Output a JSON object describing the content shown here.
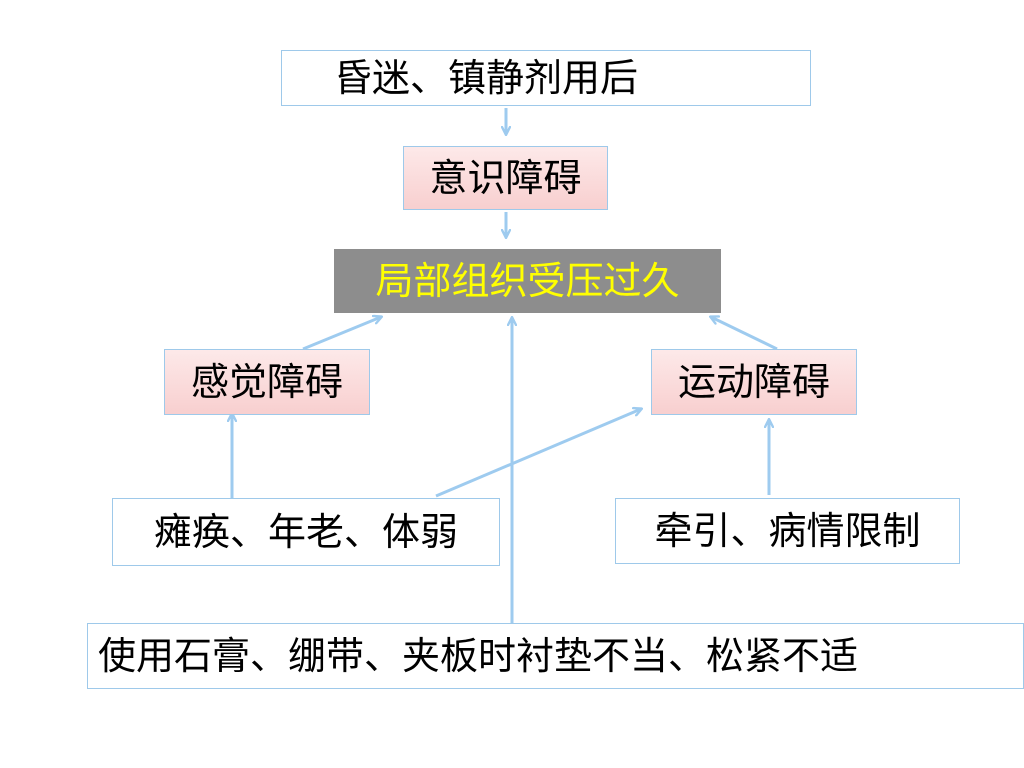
{
  "diagram": {
    "nodes": {
      "coma_sedative": "昏迷、镇静剂用后",
      "consciousness_disorder": "意识障碍",
      "prolonged_pressure": "局部组织受压过久",
      "sensory_disorder": "感觉障碍",
      "motor_disorder": "运动障碍",
      "paralysis_age_weak": "瘫痪、年老、体弱",
      "traction_restriction": "牵引、病情限制",
      "cast_splint": "使用石膏、绷带、夹板时衬垫不当、松紧不适"
    },
    "edges": [
      {
        "from": "coma_sedative",
        "to": "consciousness_disorder"
      },
      {
        "from": "consciousness_disorder",
        "to": "prolonged_pressure"
      },
      {
        "from": "sensory_disorder",
        "to": "prolonged_pressure"
      },
      {
        "from": "motor_disorder",
        "to": "prolonged_pressure"
      },
      {
        "from": "paralysis_age_weak",
        "to": "sensory_disorder"
      },
      {
        "from": "paralysis_age_weak",
        "to": "motor_disorder"
      },
      {
        "from": "traction_restriction",
        "to": "motor_disorder"
      },
      {
        "from": "cast_splint",
        "to": "prolonged_pressure"
      }
    ],
    "colors": {
      "arrow": "#9ecbef",
      "border": "#9ec9ea",
      "pink_top": "#fde9e9",
      "pink_bottom": "#f8cfcf",
      "highlight_fill": "#8d8d8d",
      "highlight_text": "#ffff00"
    }
  }
}
